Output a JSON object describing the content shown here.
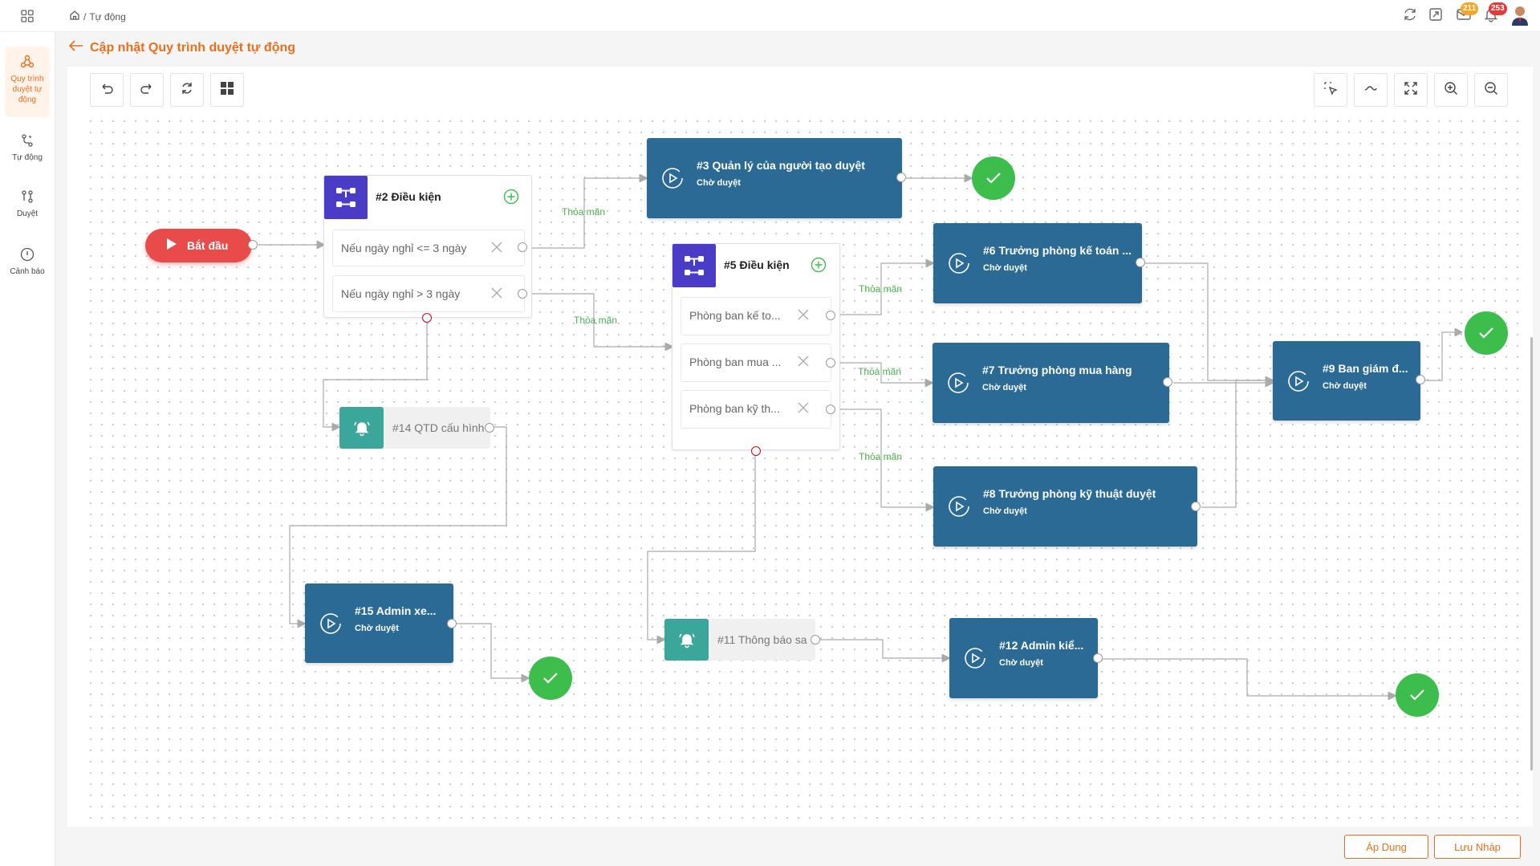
{
  "breadcrumb": {
    "separator": "/",
    "current": "Tự động"
  },
  "page": {
    "title": "Cập nhật Quy trình duyệt tự động"
  },
  "sidebar": {
    "items": [
      {
        "label": "Quy trình duyệt tự động",
        "icon": "workflow-icon",
        "active": true
      },
      {
        "label": "Tự động",
        "icon": "automation-icon",
        "active": false
      },
      {
        "label": "Duyệt",
        "icon": "approve-icon",
        "active": false
      },
      {
        "label": "Cảnh báo",
        "icon": "alert-icon",
        "active": false
      }
    ]
  },
  "header": {
    "mail_badge": "211",
    "bell_badge": "253"
  },
  "colors": {
    "accent": "#e76f1e",
    "node": "#2b6a95",
    "condition": "#4b3cc8",
    "notify": "#3aa79a",
    "success": "#3dbe4c",
    "start": "#e94b4b",
    "badge_yellow": "#f5a623",
    "badge_red": "#e53935"
  },
  "flow": {
    "start_label": "Bắt đầu",
    "satisfied_label": "Thỏa mãn",
    "cond2": {
      "title": "#2 Điều kiện",
      "rows": [
        "Nếu ngày nghỉ <= 3 ngày",
        "Nếu ngày nghỉ > 3 ngày"
      ]
    },
    "cond5": {
      "title": "#5 Điều kiện",
      "rows": [
        "Phòng ban kế to...",
        "Phòng ban mua ...",
        "Phòng ban kỹ th..."
      ]
    },
    "nodes": {
      "n3": {
        "title": "#3 Quản lý của người tạo duyệt",
        "status": "Chờ duyệt"
      },
      "n6": {
        "title": "#6 Trưởng phòng kế toán ...",
        "status": "Chờ duyệt"
      },
      "n7": {
        "title": "#7 Trưởng phòng mua hàng",
        "status": "Chờ duyệt"
      },
      "n8": {
        "title": "#8 Trưởng phòng kỹ thuật duyệt",
        "status": "Chờ duyệt"
      },
      "n9": {
        "title": "#9 Ban giám đ...",
        "status": "Chờ duyệt"
      },
      "n15": {
        "title": "#15 Admin xe...",
        "status": "Chờ duyệt"
      },
      "n12": {
        "title": "#12 Admin kiể...",
        "status": "Chờ duyệt"
      }
    },
    "notify14": "#14 QTD cấu hình",
    "notify11": "#11 Thông báo sa"
  },
  "footer": {
    "apply": "Áp Dung",
    "save_draft": "Lưu Nháp"
  }
}
